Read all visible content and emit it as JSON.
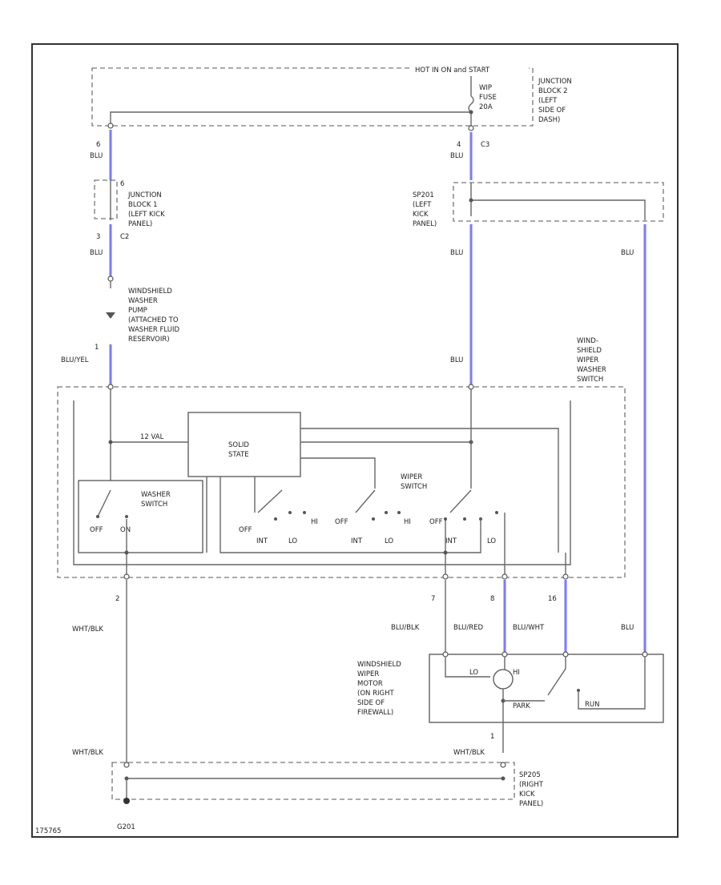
{
  "top_bar_label": "HOT IN ON and START",
  "junction_block_2": {
    "fuse_lines": [
      "WIP",
      "FUSE",
      "20A"
    ],
    "label_lines": [
      "JUNCTION",
      "BLOCK 2",
      "(LEFT",
      "SIDE OF",
      "DASH)"
    ],
    "connector": "C3",
    "pin": "4"
  },
  "left_column": {
    "top_pin": "6",
    "top_color": "BLU",
    "jb1_pin_top": "6",
    "jb1_label_lines": [
      "JUNCTION",
      "BLOCK 1",
      "(LEFT KICK",
      "PANEL)"
    ],
    "jb1_pin_bottom": "3",
    "jb1_connector": "C2",
    "wire_below_jb1": "BLU",
    "pump_label_lines": [
      "WINDSHIELD",
      "WASHER",
      "PUMP",
      "(ATTACHED TO",
      "WASHER FLUID",
      "RESERVOIR)"
    ],
    "pump_out_pin": "1",
    "pump_out_color": "BLU/YEL",
    "switch_pin_bottom": "2",
    "bottom_color": "WHT/BLK",
    "ground_color": "WHT/BLK",
    "ground_label": "G201"
  },
  "splice_sp201": {
    "label_lines": [
      "SP201",
      "(LEFT",
      "KICK",
      "PANEL)"
    ],
    "mid_color": "BLU",
    "right_color": "BLU",
    "bottom_color": "BLU"
  },
  "switch_assembly": {
    "label_lines": [
      "WIND-",
      "SHIELD",
      "WIPER",
      "WASHER",
      "SWITCH"
    ],
    "solid_state_lines": [
      "SOLID",
      "STATE"
    ],
    "small_wire_label": "12 VAL",
    "washer_switch_lines": [
      "WASHER",
      "SWITCH"
    ],
    "washer_off": "OFF",
    "washer_on": "ON",
    "wiper_switch_lines": [
      "WIPER",
      "SWITCH"
    ],
    "pos_labels": [
      "OFF",
      "INT",
      "LO",
      "HI",
      "OFF",
      "INT",
      "LO",
      "HI",
      "OFF",
      "INT",
      "LO"
    ],
    "pins": [
      "7",
      "8",
      "16"
    ]
  },
  "lower_wires": {
    "c1": "BLU/BLK",
    "c2": "BLU/RED",
    "c3": "BLU/WHT",
    "c4": "BLU"
  },
  "motor": {
    "label_lines": [
      "WINDSHIELD",
      "WIPER",
      "MOTOR",
      "(ON RIGHT",
      "SIDE OF",
      "FIREWALL)"
    ],
    "lo": "LO",
    "hi": "HI",
    "park": "PARK",
    "run": "RUN",
    "out_pin": "1",
    "out_color": "WHT/BLK"
  },
  "splice_sp205": {
    "label_lines": [
      "SP205",
      "(RIGHT",
      "KICK",
      "PANEL)"
    ]
  },
  "diagram_id": "175765"
}
